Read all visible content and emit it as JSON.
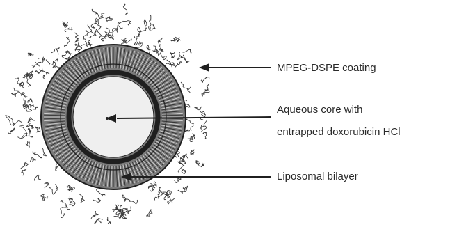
{
  "diagram": {
    "labels": {
      "coating": "MPEG-DSPE coating",
      "core_line1": "Aqueous core with",
      "core_line2": "entrapped doxorubicin HCl",
      "bilayer": "Liposomal bilayer"
    },
    "colors": {
      "ink": "#1f1f1f",
      "core_fill": "#efefef",
      "bilayer_fill": "#7a7a7a",
      "coating_ink": "#3a3a3a",
      "background": "#ffffff"
    }
  }
}
